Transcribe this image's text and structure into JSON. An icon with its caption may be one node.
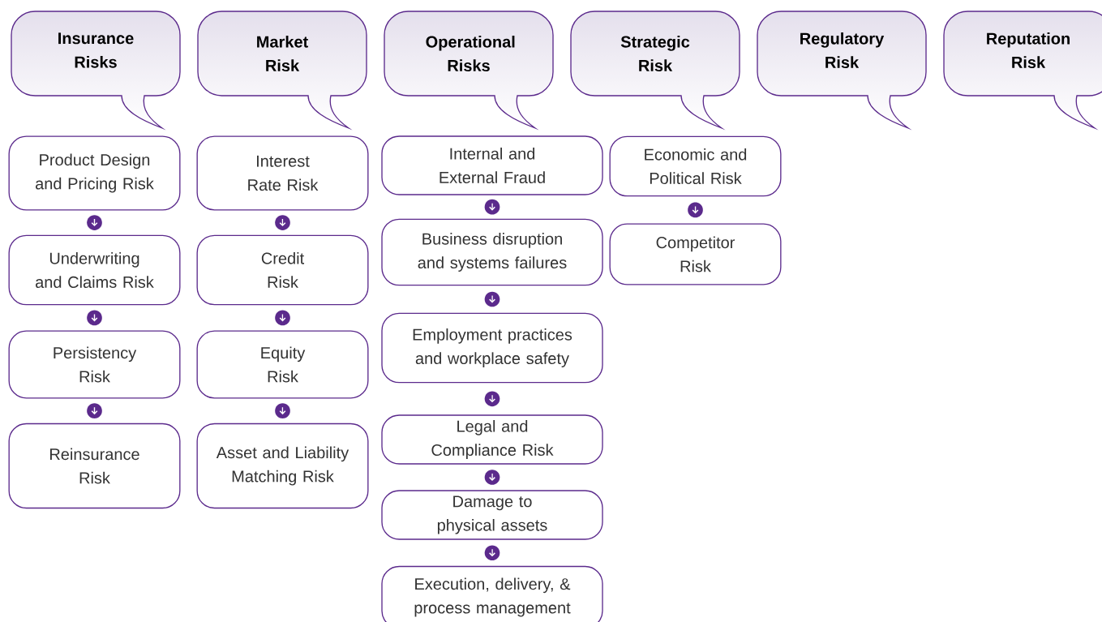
{
  "diagram": {
    "nodes": [
      {
        "text": [
          "Insurance Risks"
        ]
      },
      {
        "text": [
          "Market Risk"
        ]
      },
      {
        "text": [
          "Operational Risks"
        ]
      },
      {
        "text": [
          "Strategic Risk"
        ]
      },
      {
        "text": [
          "Regulatory Risk"
        ]
      },
      {
        "text": [
          "Reputation Risk"
        ]
      },
      {
        "text": [
          "Product Design and Pricing Risk"
        ]
      },
      {
        "text": [
          "Underwriting and Claims Risk"
        ]
      },
      {
        "text": [
          "Persistency Risk"
        ]
      },
      {
        "text": [
          "Reinsurance Risk"
        ]
      },
      {
        "text": [
          "Interest Rate Risk"
        ]
      },
      {
        "text": [
          "Credit Risk"
        ]
      },
      {
        "text": [
          "Equity Risk"
        ]
      },
      {
        "text": [
          "Asset and Liability Matching Risk"
        ]
      },
      {
        "text": [
          "Internal and External Fraud"
        ]
      },
      {
        "text": [
          "Business disruption and systems failures"
        ]
      },
      {
        "text": [
          "Employment practices and workplace safety"
        ]
      },
      {
        "text": [
          "Legal and Compliance Risk"
        ]
      },
      {
        "text": [
          "Damage to physical assets"
        ]
      },
      {
        "text": [
          "Execution, delivery, & process management"
        ]
      },
      {
        "text": [
          "Economic and Political Risk"
        ]
      },
      {
        "text": [
          "Competitor Risk"
        ]
      }
    ],
    "edges": [
      {
        "from": 6,
        "to": 7,
        "arrow": "to"
      },
      {
        "from": 7,
        "to": 8,
        "arrow": "to"
      },
      {
        "from": 8,
        "to": 9,
        "arrow": "to"
      },
      {
        "from": 10,
        "to": 11,
        "arrow": "to"
      },
      {
        "from": 11,
        "to": 12,
        "arrow": "to"
      },
      {
        "from": 12,
        "to": 13,
        "arrow": "to"
      },
      {
        "from": 14,
        "to": 15,
        "arrow": "to"
      },
      {
        "from": 15,
        "to": 16,
        "arrow": "to"
      },
      {
        "from": 16,
        "to": 17,
        "arrow": "to"
      },
      {
        "from": 17,
        "to": 18,
        "arrow": "to"
      },
      {
        "from": 18,
        "to": 19,
        "arrow": "to"
      },
      {
        "from": 20,
        "to": 21,
        "arrow": "to"
      }
    ]
  }
}
